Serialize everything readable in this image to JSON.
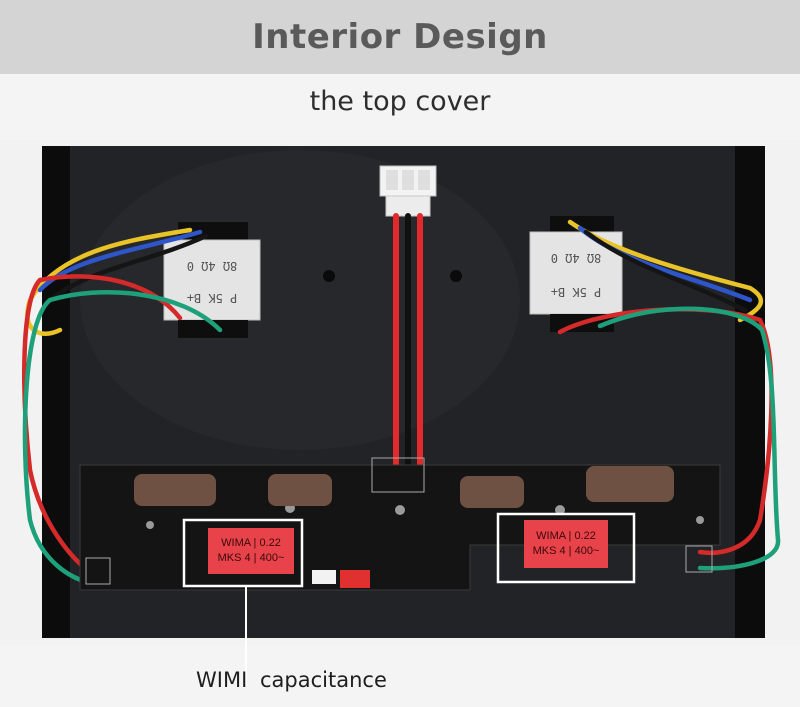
{
  "header": {
    "title": "Interior Design"
  },
  "subtitle": "the top cover",
  "photo": {
    "transformer_left": {
      "text_a": "8Ω  4Ω  0",
      "text_b": "P  5K  B+"
    },
    "transformer_right": {
      "text_a": "8Ω  4Ω  0",
      "text_b": "P  5K  B+"
    },
    "capacitor_left": {
      "text_line1": "WIMA | 0.22",
      "text_line2": "MKS 4 | 400~"
    },
    "capacitor_right": {
      "text_line1": "WIMA | 0.22",
      "text_line2": "MKS 4 | 400~"
    }
  },
  "labels": {
    "wimi": "WIMI",
    "capacitance": "capacitance"
  },
  "colors": {
    "header_band": "#d4d4d4",
    "chassis": "#1a1b1d",
    "pcb": "#151515",
    "capacitor": "#e8424a",
    "highlight_box": "#ffffff"
  }
}
